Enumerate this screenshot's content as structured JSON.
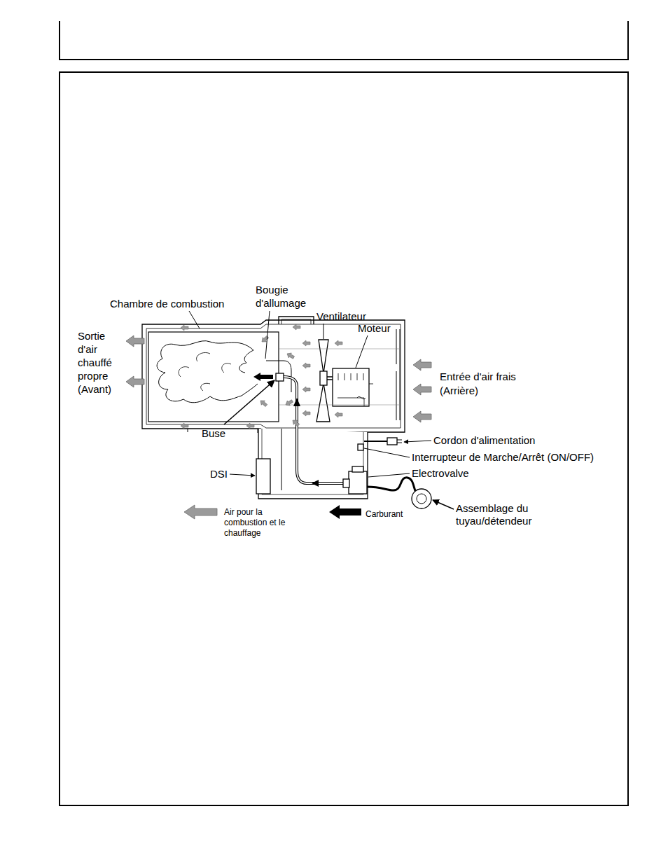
{
  "diagram": {
    "labels": [
      "Chambre de combustion",
      "Bougie d'allumage",
      "Ventilateur",
      "Moteur",
      "Sortie d'air chauffé propre (Avant)",
      "Entrée d'air frais (Arrière)",
      "Buse",
      "Cordon d'alimentation",
      "Interrupteur de Marche/Arrêt (ON/OFF)",
      "Electrovalve",
      "DSI",
      "Assemblage du tuyau/détendeur"
    ],
    "legend": [
      {
        "text": "Air pour la combustion et le chauffage"
      },
      {
        "text": "Carburant"
      }
    ]
  }
}
